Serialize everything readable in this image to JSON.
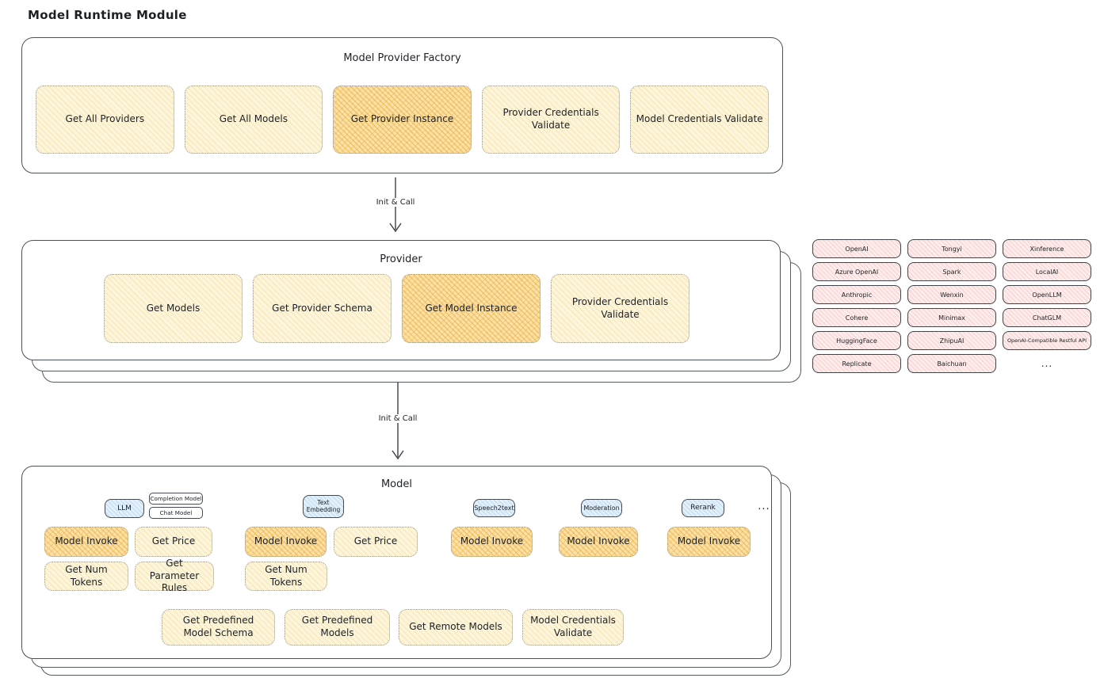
{
  "page": {
    "title": "Model Runtime Module"
  },
  "palette": {
    "node_yellow": "#fdf5da",
    "node_yellow_highlight": "#f9e1a9",
    "chip_pink": "#fdeceb",
    "tab_blue": "#e2f0fa",
    "border_dark": "#4b5158"
  },
  "factory": {
    "title": "Model Provider Factory",
    "buttons": [
      {
        "label": "Get All Providers",
        "highlighted": false
      },
      {
        "label": "Get All Models",
        "highlighted": false
      },
      {
        "label": "Get Provider Instance",
        "highlighted": true
      },
      {
        "label": "Provider Credentials Validate",
        "highlighted": false
      },
      {
        "label": "Model Credentials Validate",
        "highlighted": false
      }
    ]
  },
  "arrows": [
    {
      "label": "Init & Call"
    },
    {
      "label": "Init & Call"
    }
  ],
  "provider": {
    "title": "Provider",
    "buttons": [
      {
        "label": "Get Models",
        "highlighted": false
      },
      {
        "label": "Get Provider Schema",
        "highlighted": false
      },
      {
        "label": "Get Model Instance",
        "highlighted": true
      },
      {
        "label": "Provider Credentials Validate",
        "highlighted": false
      }
    ]
  },
  "provider_list": {
    "items": [
      "OpenAI",
      "Tongyi",
      "Xinference",
      "Azure OpenAI",
      "Spark",
      "LocalAI",
      "Anthropic",
      "Wenxin",
      "OpenLLM",
      "Cohere",
      "Minimax",
      "ChatGLM",
      "HuggingFace",
      "ZhipuAI",
      "OpenAI-Compatible Restful API",
      "Replicate",
      "Baichuan"
    ],
    "ellipsis": "..."
  },
  "model": {
    "title": "Model",
    "tabs": [
      {
        "label": "LLM",
        "style": "blue"
      },
      {
        "label": "Completion Model",
        "style": "plain"
      },
      {
        "label": "Chat Model",
        "style": "plain"
      },
      {
        "label": "Text Embedding",
        "style": "blue"
      },
      {
        "label": "Speech2text",
        "style": "blue"
      },
      {
        "label": "Moderation",
        "style": "blue"
      },
      {
        "label": "Rerank",
        "style": "blue"
      }
    ],
    "tabs_ellipsis": "...",
    "row1": [
      {
        "label": "Model Invoke",
        "highlighted": true
      },
      {
        "label": "Get Price",
        "highlighted": false
      },
      {
        "label": "Model Invoke",
        "highlighted": true
      },
      {
        "label": "Get Price",
        "highlighted": false
      },
      {
        "label": "Model Invoke",
        "highlighted": true
      },
      {
        "label": "Model Invoke",
        "highlighted": true
      },
      {
        "label": "Model Invoke",
        "highlighted": true
      }
    ],
    "row2": [
      {
        "label": "Get Num Tokens"
      },
      {
        "label": "Get Parameter Rules"
      },
      {
        "label": "Get Num Tokens"
      }
    ],
    "row3": [
      {
        "label": "Get Predefined Model Schema"
      },
      {
        "label": "Get Predefined Models"
      },
      {
        "label": "Get Remote Models"
      },
      {
        "label": "Model Credentials Validate"
      }
    ]
  }
}
